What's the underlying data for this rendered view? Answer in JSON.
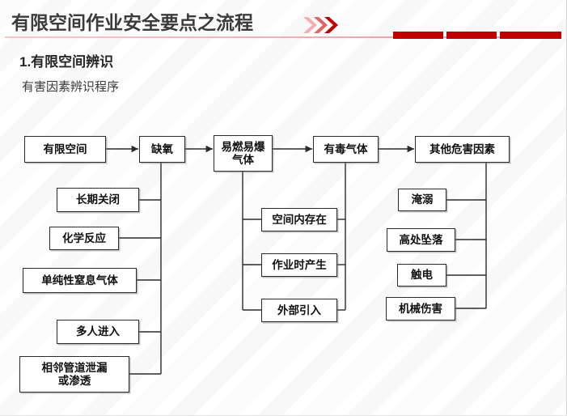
{
  "header": {
    "title": "有限空间作业安全要点之流程",
    "chevron_icon": "double-chevron-right-icon",
    "accent_color": "#c00000",
    "rule_color": "#eeaeae"
  },
  "section": {
    "number_title": "1.有限空间辨识",
    "subtitle": "有害因素辨识程序"
  },
  "flowchart": {
    "type": "diagram",
    "top_row": [
      {
        "id": "confined-space",
        "label": "有限空间"
      },
      {
        "id": "oxygen-deficiency",
        "label": "缺氧"
      },
      {
        "id": "flammable-explosive-gas",
        "label": "易燃易爆\n气体"
      },
      {
        "id": "toxic-gas",
        "label": "有毒气体"
      },
      {
        "id": "other-hazard-factors",
        "label": "其他危害因素"
      }
    ],
    "oxygen_branch": [
      {
        "id": "long-term-closure",
        "label": "长期关闭"
      },
      {
        "id": "chemical-reaction",
        "label": "化学反应"
      },
      {
        "id": "simple-asphyxiant-gas",
        "label": "单纯性窒息气体"
      },
      {
        "id": "multiple-entry",
        "label": "多人进入"
      },
      {
        "id": "adjacent-pipe-leak",
        "label": "相邻管道泄漏\n或渗透"
      }
    ],
    "gas_source_branch": [
      {
        "id": "exists-in-space",
        "label": "空间内存在"
      },
      {
        "id": "generated-during-work",
        "label": "作业时产生"
      },
      {
        "id": "introduced-externally",
        "label": "外部引入"
      }
    ],
    "other_hazard_branch": [
      {
        "id": "drowning",
        "label": "淹溺"
      },
      {
        "id": "fall-from-height",
        "label": "高处坠落"
      },
      {
        "id": "electric-shock",
        "label": "触电"
      },
      {
        "id": "mechanical-injury",
        "label": "机械伤害"
      }
    ]
  }
}
